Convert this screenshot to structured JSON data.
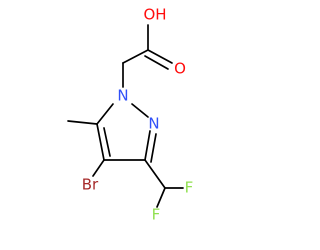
{
  "colors": {
    "bond": "#000000",
    "oxygen": "#ff0d0d",
    "nitrogen": "#3050f8",
    "bromine": "#a62929",
    "fluorine": "#90e050"
  },
  "atoms": {
    "hydroxyl": "OH",
    "carbonyl_oxygen": "O",
    "n1": "N",
    "n2": "N",
    "bromine": "Br",
    "fluorine_left": "F",
    "fluorine_right": "F"
  }
}
